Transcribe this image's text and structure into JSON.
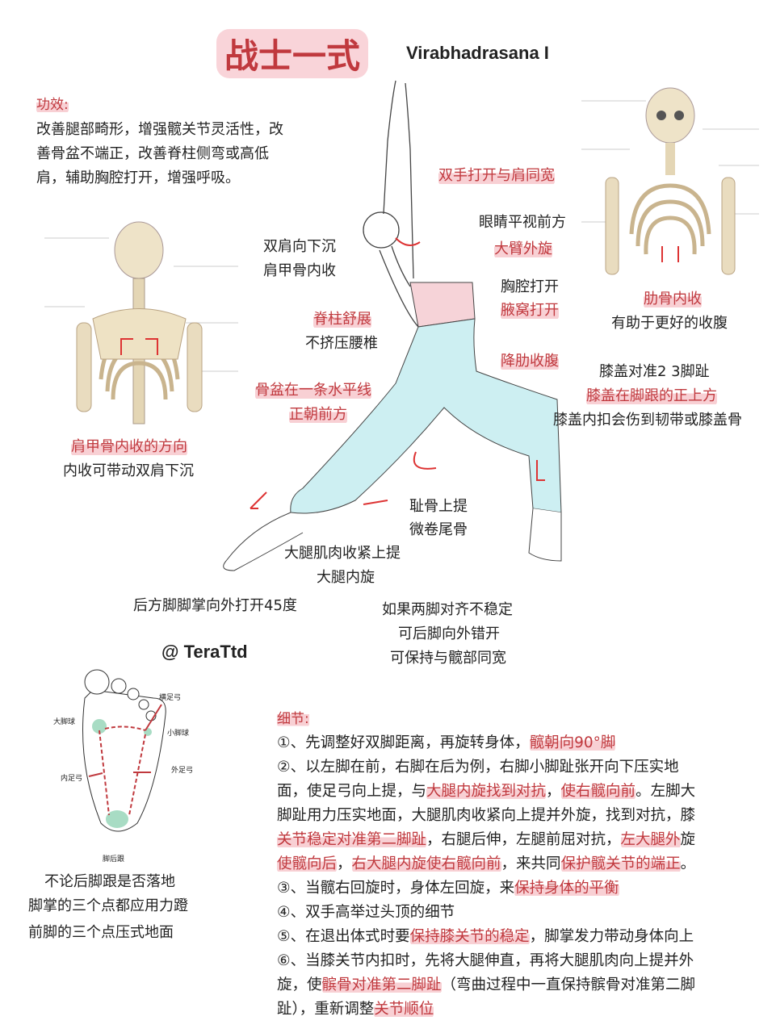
{
  "title": "战士一式",
  "subtitle": "Virabhadrasana I",
  "handle": "@ TeraTtd",
  "benefits": {
    "label": "功效:",
    "lines": [
      "改善腿部畸形，增强髋关节灵活性，改",
      "善骨盆不端正，改善脊柱侧弯或高低",
      "肩，辅助胸腔打开，增强呼吸。"
    ]
  },
  "annotations": {
    "hands": "双手打开与肩同宽",
    "eyes": "眼睛平视前方",
    "upper_arm": "大臂外旋",
    "shoulders_down": "双肩向下沉",
    "scapula_in": "肩甲骨内收",
    "chest": "胸腔打开",
    "armpit": "腋窝打开",
    "ribs_in": "肋骨内收",
    "ribs_note": "有助于更好的收腹",
    "spine": "脊柱舒展",
    "spine_note": "不挤压腰椎",
    "lower_ribs": "降肋收腹",
    "knee1": "膝盖对准2 3脚趾",
    "knee2": "膝盖在脚跟的正上方",
    "knee3": "膝盖内扣会伤到韧带或膝盖骨",
    "pelvis1": "骨盆在一条水平线",
    "pelvis2": "正朝前方",
    "scap_dir": "肩甲骨内收的方向",
    "scap_note": "内收可带动双肩下沉",
    "pubic": "耻骨上提",
    "tailbone": "微卷尾骨",
    "thigh1": "大腿肌肉收紧上提",
    "thigh2": "大腿内旋",
    "back_foot": "后方脚脚掌向外打开45度",
    "unstable1": "如果两脚对齐不稳定",
    "unstable2": "可后脚向外错开",
    "unstable3": "可保持与髋部同宽"
  },
  "foot": {
    "labels": {
      "big_ball": "大脚球",
      "transverse": "横足弓",
      "small_ball": "小脚球",
      "outer": "外足弓",
      "inner": "内足弓",
      "heel": "脚后跟"
    },
    "caption": [
      "不论后脚跟是否落地",
      "脚掌的三个点都应用力蹬",
      "前脚的三个点压式地面"
    ]
  },
  "details": {
    "label": "细节:",
    "lines": [
      [
        {
          "t": "①、先调整好双脚距离，再旋转身体，"
        },
        {
          "t": "髋朝向90°脚",
          "h": true
        }
      ],
      [
        {
          "t": "②、以左脚在前，右脚在后为例，右脚小脚趾张开向下压实地"
        }
      ],
      [
        {
          "t": "面，使足弓向上提，与"
        },
        {
          "t": "大腿内旋找到对抗",
          "h": true
        },
        {
          "t": "，"
        },
        {
          "t": "使右髋向前",
          "h": true
        },
        {
          "t": "。左脚大"
        }
      ],
      [
        {
          "t": "脚趾用力压实地面，大腿肌肉收紧向上提并外旋，找到对抗，膝"
        }
      ],
      [
        {
          "t": "关节稳定对准第二脚趾",
          "h": true
        },
        {
          "t": "，右腿后伸，左腿前屈对抗，"
        },
        {
          "t": "左大腿外",
          "h": true
        },
        {
          "t": "旋"
        }
      ],
      [
        {
          "t": "使髋向后",
          "h": true
        },
        {
          "t": "，"
        },
        {
          "t": "右大腿内旋使右髋向前",
          "h": true
        },
        {
          "t": "，来共同"
        },
        {
          "t": "保护髋关节的端正",
          "h": true
        },
        {
          "t": "。"
        }
      ],
      [
        {
          "t": "③、当髋右回旋时，身体左回旋，来"
        },
        {
          "t": "保持身体的平衡",
          "h": true
        }
      ],
      [
        {
          "t": "④、双手高举过头顶的细节"
        }
      ],
      [
        {
          "t": "⑤、在退出体式时要"
        },
        {
          "t": "保持膝关节的稳定",
          "h": true
        },
        {
          "t": "，脚掌发力带动身体向上"
        }
      ],
      [
        {
          "t": "⑥、当膝关节内扣时，先将大腿伸直，再将大腿肌肉向上提并外"
        }
      ],
      [
        {
          "t": "旋，使"
        },
        {
          "t": "髌骨对准第二脚趾",
          "h": true
        },
        {
          "t": "（弯曲过程中一直保持髌骨对准第二脚"
        }
      ],
      [
        {
          "t": "趾），重新调整"
        },
        {
          "t": "关节顺位",
          "h": true
        }
      ]
    ]
  },
  "colors": {
    "accent": "#c0393e",
    "highlight": "#f2a0aa",
    "top": "#f6d3d8",
    "pants": "#cdeff2",
    "foot_points": "#a8dcc4"
  }
}
